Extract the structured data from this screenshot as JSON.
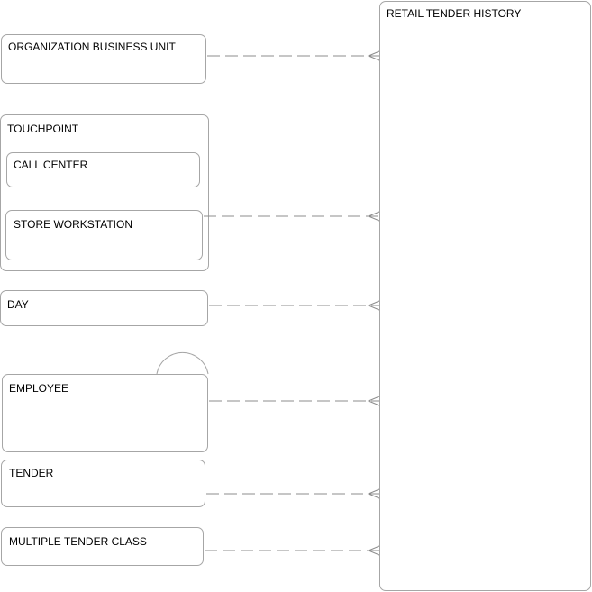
{
  "entities": {
    "retail_tender_history": "RETAIL TENDER HISTORY",
    "organization_business_unit": "ORGANIZATION BUSINESS UNIT",
    "touchpoint": "TOUCHPOINT",
    "call_center": "CALL CENTER",
    "store_workstation": "STORE WORKSTATION",
    "day": "DAY",
    "employee": "EMPLOYEE",
    "tender": "TENDER",
    "multiple_tender_class": "MULTIPLE TENDER CLASS"
  },
  "relationships": [
    {
      "from": "organization_business_unit",
      "to": "retail_tender_history",
      "cardinality": "one-to-many"
    },
    {
      "from": "store_workstation",
      "to": "retail_tender_history",
      "cardinality": "one-to-many"
    },
    {
      "from": "day",
      "to": "retail_tender_history",
      "cardinality": "one-to-many"
    },
    {
      "from": "employee",
      "to": "retail_tender_history",
      "cardinality": "one-to-many"
    },
    {
      "from": "tender",
      "to": "retail_tender_history",
      "cardinality": "one-to-many"
    },
    {
      "from": "multiple_tender_class",
      "to": "retail_tender_history",
      "cardinality": "one-to-many"
    }
  ],
  "colors": {
    "border": "#a6a6a6",
    "connector": "#8c8c8c"
  }
}
